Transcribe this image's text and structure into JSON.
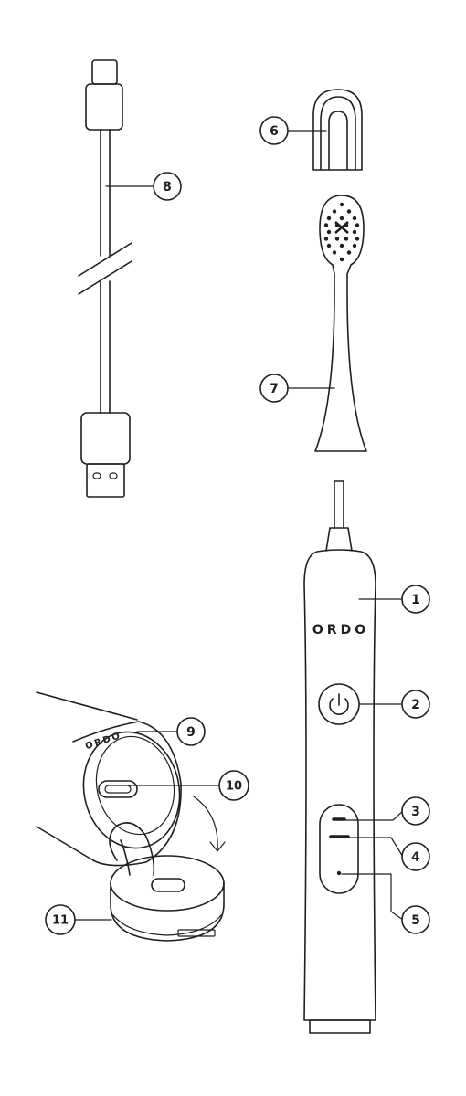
{
  "brand": {
    "name": "ORDO"
  },
  "callouts": {
    "c1": "1",
    "c2": "2",
    "c3": "3",
    "c4": "4",
    "c5": "5",
    "c6": "6",
    "c7": "7",
    "c8": "8",
    "c9": "9",
    "c10": "10",
    "c11": "11"
  },
  "colors": {
    "ink": "#1f1f1f",
    "background": "#ffffff"
  }
}
